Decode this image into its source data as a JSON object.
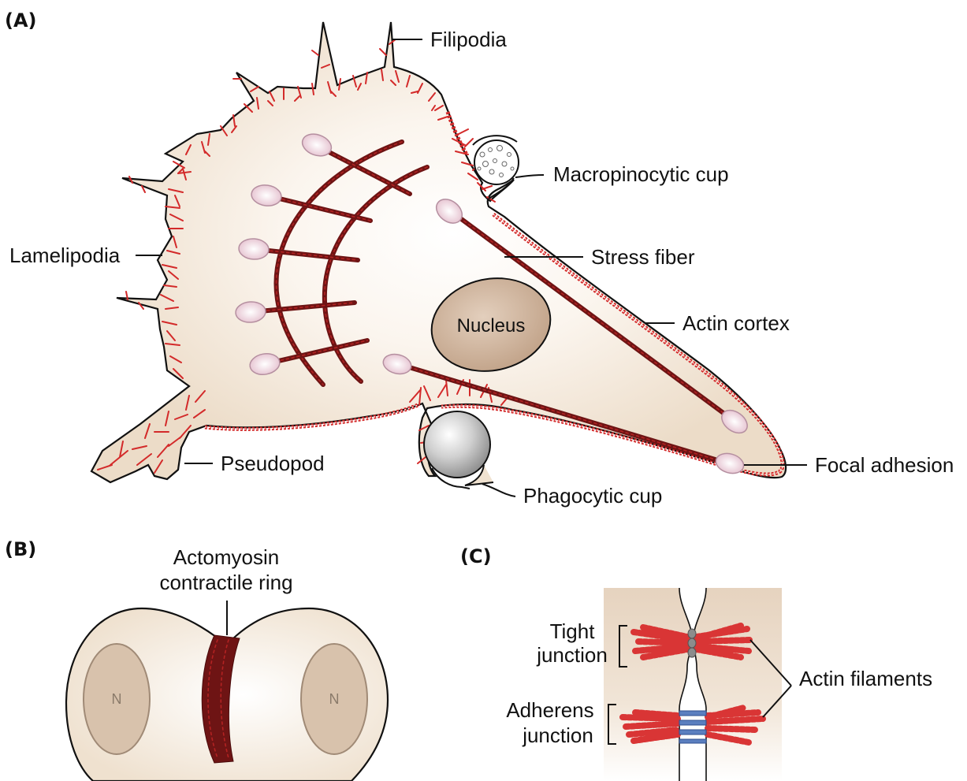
{
  "panels": {
    "a": "(A)",
    "b": "(B)",
    "c": "(C)"
  },
  "panel_a": {
    "filipodia": "Filipodia",
    "macropinocytic_cup": "Macropinocytic cup",
    "lamelipodia": "Lamelipodia",
    "stress_fiber": "Stress fiber",
    "nucleus": "Nucleus",
    "actin_cortex": "Actin cortex",
    "pseudopod": "Pseudopod",
    "focal_adhesion": "Focal adhesion",
    "phagocytic_cup": "Phagocytic cup"
  },
  "panel_b": {
    "ring_line1": "Actomyosin",
    "ring_line2": "contractile ring",
    "nucleus_left": "N",
    "nucleus_right": "N"
  },
  "panel_c": {
    "tight_line1": "Tight",
    "tight_line2": "junction",
    "adherens_line1": "Adherens",
    "adherens_line2": "junction",
    "actin_filaments": "Actin filaments"
  },
  "colors": {
    "cytoplasm": "#f0e2d0",
    "actin": "#d32a2a",
    "stress_fiber": "#6e1414",
    "nucleus": "#c6a98e",
    "focal_adhesion": "#e8c8d4",
    "adherens_protein": "#5b7fbf"
  }
}
